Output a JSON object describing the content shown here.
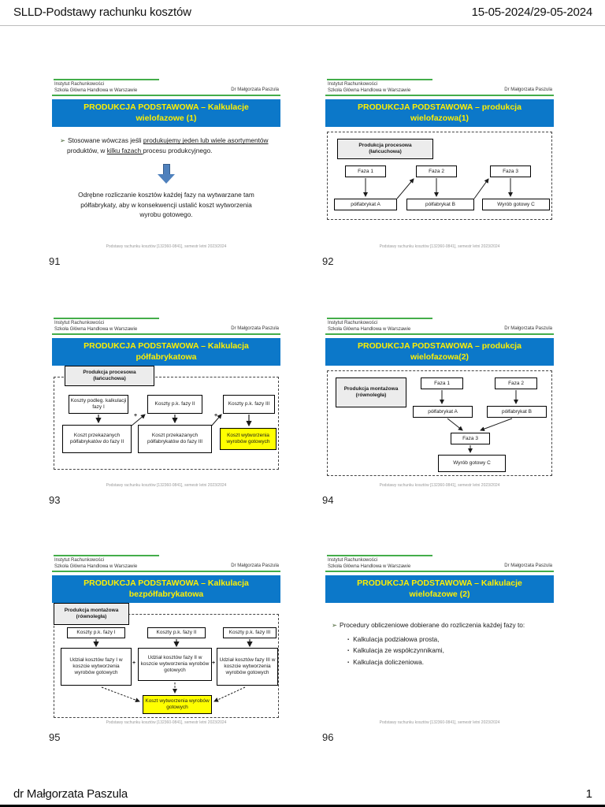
{
  "page": {
    "header": {
      "left": "SLLD-Podstawy rachunku kosztów",
      "right": "15-05-2024/29-05-2024"
    },
    "footer": {
      "left": "dr Małgorzata Paszula",
      "page_number": "1"
    }
  },
  "slide_header": {
    "institute_line1": "Instytut Rachunkowości",
    "institute_line2": "Szkoła Główna Handlowa w Warszawie",
    "author": "Dr Małgorzata Paszula"
  },
  "slide_footnote": "Podstawy rachunku kosztów [132360-0841], semestr letni 2023/2024",
  "icons": {
    "bullet_arrow": "➢",
    "bullet_square": "▪"
  },
  "colors": {
    "title_bar_blue": "#0c78c9",
    "title_text_yellow": "#ffef00",
    "accent_green": "#44ad4a",
    "highlight_yellow": "#ffff00",
    "arrow_blue": "#4f81bd"
  },
  "slides": [
    {
      "number": "91",
      "title": "PRODUKCJA PODSTAWOWA – Kalkulacje wielofazowe (1)",
      "bullet_parts": {
        "p0": "Stosowane wówczas jeśli ",
        "u1": "produkujemy jeden lub wiele asortymentów ",
        "p2": "produktów, w ",
        "u3": "kilku fazach ",
        "p4": "procesu produkcyjnego."
      },
      "note": "Odrębne rozliczanie kosztów każdej fazy na wytwarzane tam półfabrykaty, aby w konsekwencji ustalić koszt wytworzenia wyrobu gotowego."
    },
    {
      "number": "92",
      "title": "PRODUKCJA PODSTAWOWA – produkcja wielofazowa(1)",
      "legend": "Produkcja procesowa\n(łańcuchowa)",
      "boxes": {
        "faza1": "Faza 1",
        "faza2": "Faza 2",
        "faza3": "Faza 3",
        "polfabrykat_a": "półfabrykat A",
        "polfabrykat_b": "półfabrykat B",
        "wyrob": "Wyrób gotowy C"
      }
    },
    {
      "number": "93",
      "title": "PRODUKCJA PODSTAWOWA – Kalkulacja półfabrykatowa",
      "legend": "Produkcja procesowa\n(łańcuchowa)",
      "row1": [
        "Koszty podleg. kalkulacji fazy I",
        "Koszty p.k. fazy II",
        "Koszty p.k. fazy III"
      ],
      "row2": [
        "Koszt przekazanych półfabrykatów do fazy II",
        "Koszt przekazanych półfabrykatów do fazy III",
        "Koszt wytworzenia wyrobów gotowych"
      ],
      "plus": "+"
    },
    {
      "number": "94",
      "title": "PRODUKCJA PODSTAWOWA – produkcja wielofazowa(2)",
      "legend": "Produkcja montażowa\n(równoległa)",
      "boxes": {
        "faza1": "Faza 1",
        "faza2": "Faza 2",
        "faza3": "Faza 3",
        "polfabrykat_a": "półfabrykat A",
        "polfabrykat_b": "półfabrykat B",
        "wyrob": "Wyrób gotowy C"
      }
    },
    {
      "number": "95",
      "title": "PRODUKCJA PODSTAWOWA – Kalkulacja bezpółfabrykatowa",
      "legend": "Produkcja montażowa\n(równoległa)",
      "row1": [
        "Koszty p.k. fazy I",
        "Koszty p.k. fazy II",
        "Koszty p.k. fazy III"
      ],
      "row2": [
        "Udział kosztów fazy I w koszcie wytworzenia wyrobów gotowych",
        "Udział kosztów fazy II w koszcie wytworzenia wyrobów gotowych",
        "Udział kosztów fazy III w koszcie wytworzenia wyrobów gotowych"
      ],
      "final": "Koszt wytworzenia wyrobów gotowych",
      "plus": "+"
    },
    {
      "number": "96",
      "title": "PRODUKCJA PODSTAWOWA – Kalkulacje wielofazowe (2)",
      "lead": "Procedury obliczeniowe dobierane do rozliczenia każdej fazy to:",
      "items": [
        "Kalkulacja podziałowa prosta,",
        "Kalkulacja ze współczynnikami,",
        "Kalkulacja doliczeniowa."
      ]
    }
  ]
}
